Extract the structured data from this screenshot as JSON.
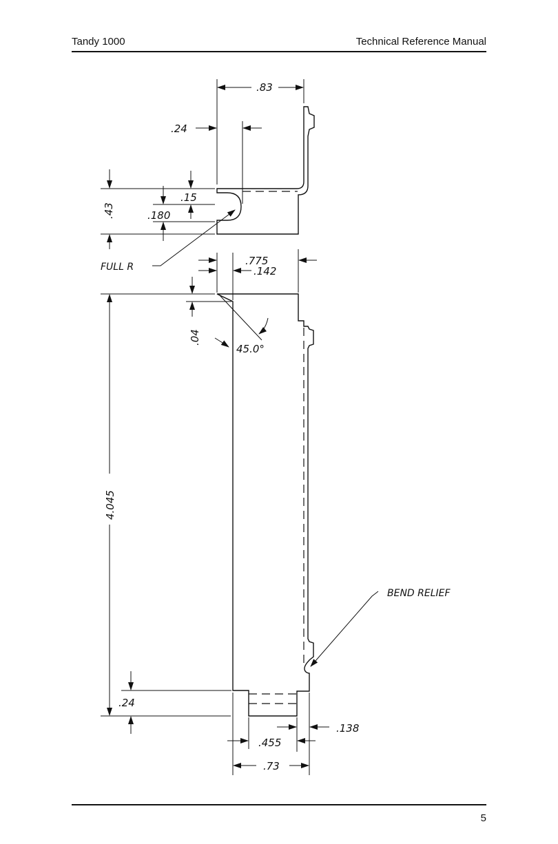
{
  "header": {
    "left": "Tandy 1000",
    "right": "Technical Reference Manual"
  },
  "footer": {
    "page_number": "5"
  },
  "diagram": {
    "dimensions": {
      "d083": ".83",
      "d024_top": ".24",
      "d015": ".15",
      "d0180": ".180",
      "d043": ".43",
      "d0775": ".775",
      "d0142": ".142",
      "d004": ".04",
      "d450": "45.0°",
      "d4045": "4.045",
      "d024_bot": ".24",
      "d0138": ".138",
      "d0455": ".455",
      "d073": ".73"
    },
    "notes": {
      "full_r": "FULL R",
      "bend_relief": "BEND RELIEF"
    }
  }
}
